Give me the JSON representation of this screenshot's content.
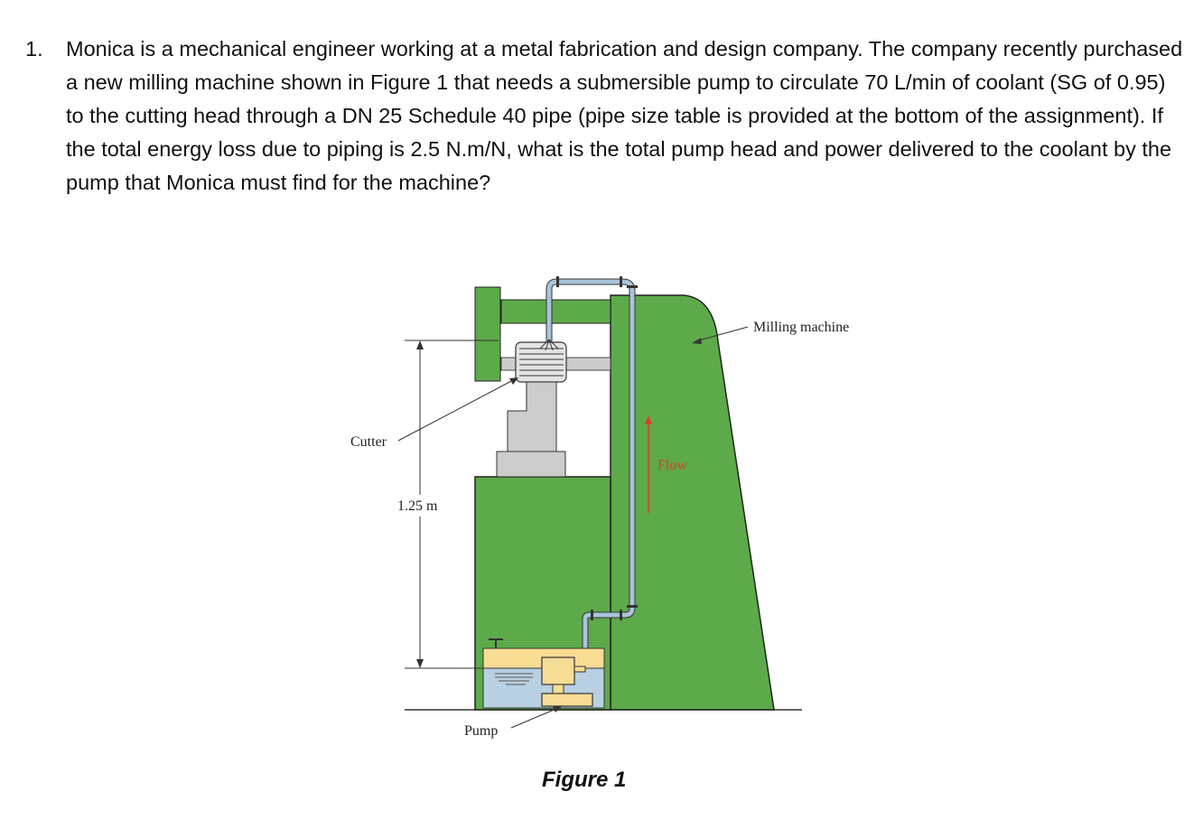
{
  "question": {
    "number": "1.",
    "text": "Monica is a mechanical engineer working at a metal fabrication and design company. The company recently purchased a new milling machine shown in Figure 1 that needs a submersible pump to circulate 70 L/min of coolant (SG of 0.95) to the cutting head through a DN 25 Schedule 40 pipe (pipe size table is provided at the bottom of the assignment). If the total energy loss due to piping is 2.5 N.m/N, what is the total pump head and power delivered to the coolant by the pump that Monica must find for the machine?"
  },
  "figure": {
    "labels": {
      "milling_machine": "Milling machine",
      "cutter": "Cutter",
      "height": "1.25 m",
      "flow": "Flow",
      "pump": "Pump"
    },
    "caption": "Figure 1",
    "colors": {
      "machine": "#5daa4a",
      "pipe": "#a9c4d9",
      "coolant": "#b9cfe2",
      "tank_top": "#f7dc94",
      "metal": "#cccccc",
      "flow_arrow": "#e03a2a"
    }
  }
}
